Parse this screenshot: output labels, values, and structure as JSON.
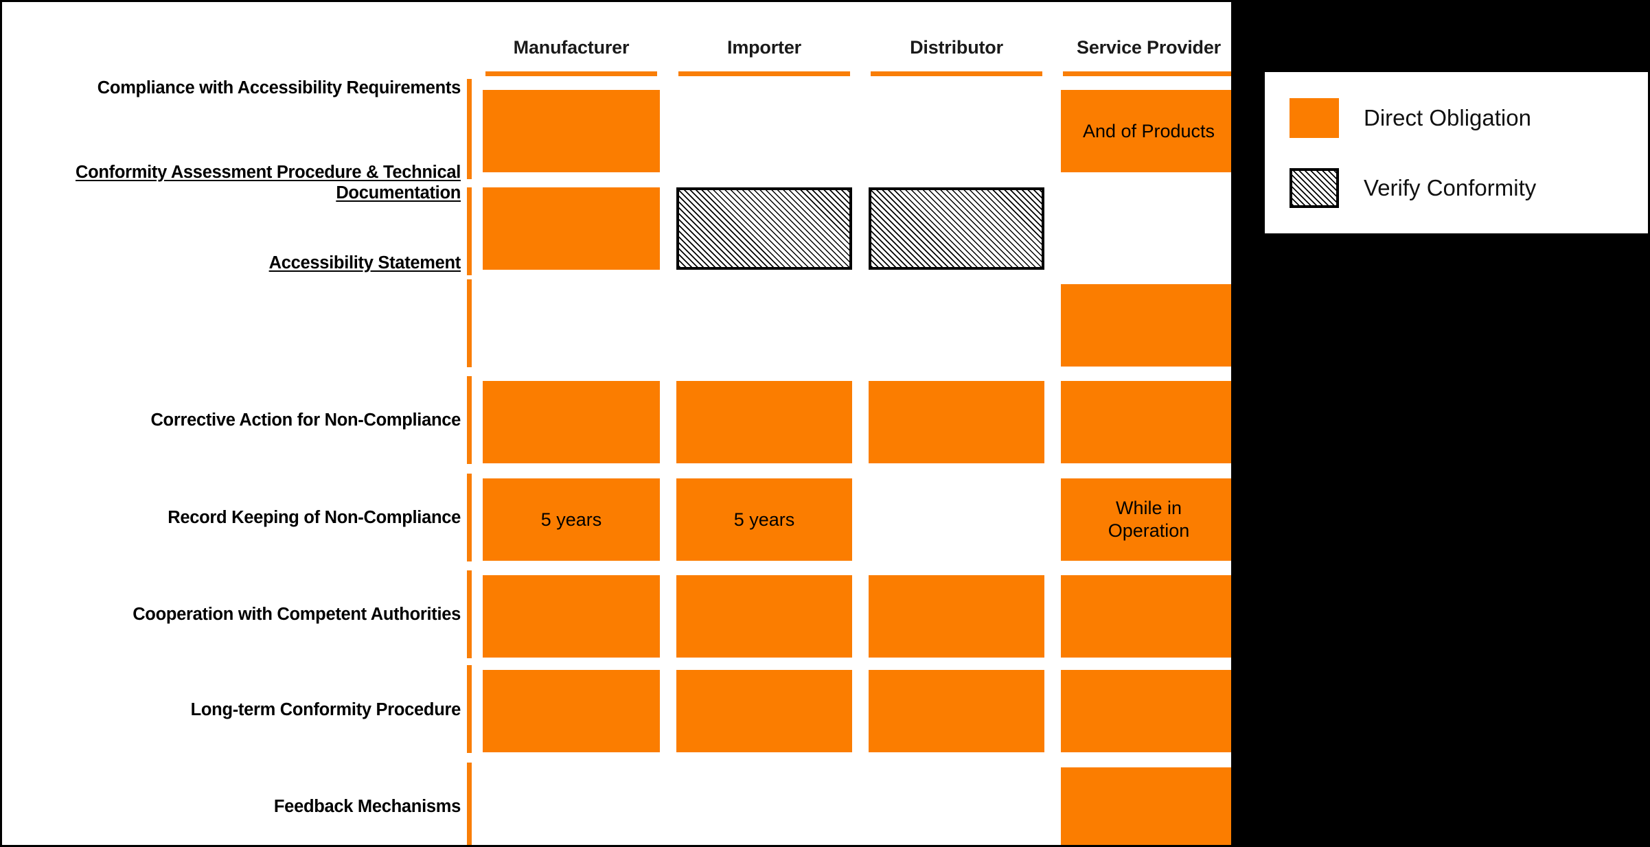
{
  "chart_data": {
    "type": "table",
    "title": "",
    "columns": [
      "Manufacturer",
      "Importer",
      "Distributor",
      "Service Provider"
    ],
    "rows": [
      "Compliance with Accessibility Requirements",
      "Conformity Assessment Procedure & Technical Documentation",
      "Accessibility Statement",
      "Corrective Action for Non-Compliance",
      "Record Keeping of Non-Compliance",
      "Cooperation with Competent Authorities",
      "Long-term Conformity Procedure",
      "Feedback Mechanisms"
    ],
    "legend": [
      {
        "key": "direct",
        "label": "Direct Obligation",
        "color": "#FB7D00"
      },
      {
        "key": "verify",
        "label": "Verify Conformity",
        "color": "#FFFFFF"
      }
    ],
    "cells": [
      {
        "row": 0,
        "col": 0,
        "type": "direct",
        "text": ""
      },
      {
        "row": 0,
        "col": 3,
        "type": "direct",
        "text": "And of Products"
      },
      {
        "row": 1,
        "col": 0,
        "type": "direct",
        "text": ""
      },
      {
        "row": 1,
        "col": 1,
        "type": "verify",
        "text": ""
      },
      {
        "row": 1,
        "col": 2,
        "type": "verify",
        "text": ""
      },
      {
        "row": 2,
        "col": 3,
        "type": "direct",
        "text": ""
      },
      {
        "row": 3,
        "col": 0,
        "type": "direct",
        "text": ""
      },
      {
        "row": 3,
        "col": 1,
        "type": "direct",
        "text": ""
      },
      {
        "row": 3,
        "col": 2,
        "type": "direct",
        "text": ""
      },
      {
        "row": 3,
        "col": 3,
        "type": "direct",
        "text": ""
      },
      {
        "row": 4,
        "col": 0,
        "type": "direct",
        "text": "5 years"
      },
      {
        "row": 4,
        "col": 1,
        "type": "direct",
        "text": "5 years"
      },
      {
        "row": 4,
        "col": 3,
        "type": "direct",
        "text": "While in Operation"
      },
      {
        "row": 5,
        "col": 0,
        "type": "direct",
        "text": ""
      },
      {
        "row": 5,
        "col": 1,
        "type": "direct",
        "text": ""
      },
      {
        "row": 5,
        "col": 2,
        "type": "direct",
        "text": ""
      },
      {
        "row": 5,
        "col": 3,
        "type": "direct",
        "text": ""
      },
      {
        "row": 6,
        "col": 0,
        "type": "direct",
        "text": ""
      },
      {
        "row": 6,
        "col": 1,
        "type": "direct",
        "text": ""
      },
      {
        "row": 6,
        "col": 2,
        "type": "direct",
        "text": ""
      },
      {
        "row": 6,
        "col": 3,
        "type": "direct",
        "text": ""
      },
      {
        "row": 7,
        "col": 3,
        "type": "direct",
        "text": ""
      }
    ],
    "row_links": [
      1,
      2
    ],
    "accent_color": "#F97E07",
    "background_color": "#000000",
    "canvas_color": "#FFFFFF"
  },
  "columns": {
    "c0": "Manufacturer",
    "c1": "Importer",
    "c2": "Distributor",
    "c3": "Service Provider"
  },
  "rows": {
    "r0": "Compliance with Accessibility Requirements",
    "r1": "Conformity Assessment Procedure & Technical Documentation",
    "r2": "Accessibility Statement",
    "r3": "Corrective Action for Non-Compliance",
    "r4": "Record Keeping of Non-Compliance",
    "r5": "Cooperation with Competent Authorities",
    "r6": "Long-term Conformity Procedure",
    "r7": "Feedback Mechanisms"
  },
  "cell_text": {
    "r0c3": "And of Products",
    "r4c0": "5 years",
    "r4c1": "5 years",
    "r4c3": "While in Operation"
  },
  "legend": {
    "direct_label": "Direct Obligation",
    "verify_label": "Verify Conformity"
  }
}
